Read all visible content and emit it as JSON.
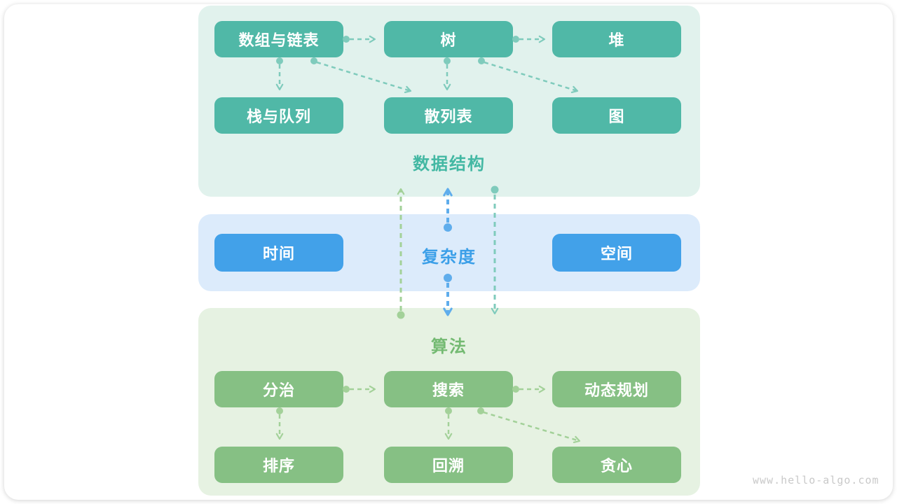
{
  "watermark": "www.hello-algo.com",
  "colors": {
    "node_teal": "#50b8a7",
    "node_blue": "#42a1e9",
    "node_green": "#86c084",
    "bg_teal": "#e1f2ed",
    "bg_blue": "#dcebfb",
    "bg_green": "#e6f2e2",
    "title_teal": "#43b8a3",
    "title_blue": "#3b9fe8",
    "title_green": "#74ba72",
    "arrow_teal": "#7fcbbc",
    "arrow_blue": "#5fadec",
    "arrow_green": "#a3d199"
  },
  "sections": {
    "data_structures": {
      "title": "数据结构",
      "boxes": [
        "数组与链表",
        "树",
        "堆",
        "栈与队列",
        "散列表",
        "图"
      ]
    },
    "complexity": {
      "title": "复杂度",
      "boxes": [
        "时间",
        "空间"
      ]
    },
    "algorithms": {
      "title": "算法",
      "boxes": [
        "分治",
        "搜索",
        "动态规划",
        "排序",
        "回溯",
        "贪心"
      ]
    }
  },
  "edges": [
    {
      "from": "数组与链表",
      "to": "树",
      "color": "teal"
    },
    {
      "from": "树",
      "to": "堆",
      "color": "teal"
    },
    {
      "from": "数组与链表",
      "to": "栈与队列",
      "color": "teal"
    },
    {
      "from": "数组与链表",
      "to": "散列表",
      "color": "teal"
    },
    {
      "from": "树",
      "to": "散列表",
      "color": "teal"
    },
    {
      "from": "树",
      "to": "图",
      "color": "teal"
    },
    {
      "from": "算法",
      "to": "数据结构",
      "color": "green"
    },
    {
      "from": "复杂度",
      "to": "数据结构",
      "color": "blue"
    },
    {
      "from": "复杂度",
      "to": "算法",
      "color": "blue"
    },
    {
      "from": "数据结构",
      "to": "算法",
      "color": "teal"
    },
    {
      "from": "分治",
      "to": "搜索",
      "color": "green"
    },
    {
      "from": "搜索",
      "to": "动态规划",
      "color": "green"
    },
    {
      "from": "分治",
      "to": "排序",
      "color": "green"
    },
    {
      "from": "搜索",
      "to": "回溯",
      "color": "green"
    },
    {
      "from": "搜索",
      "to": "贪心",
      "color": "green"
    }
  ]
}
